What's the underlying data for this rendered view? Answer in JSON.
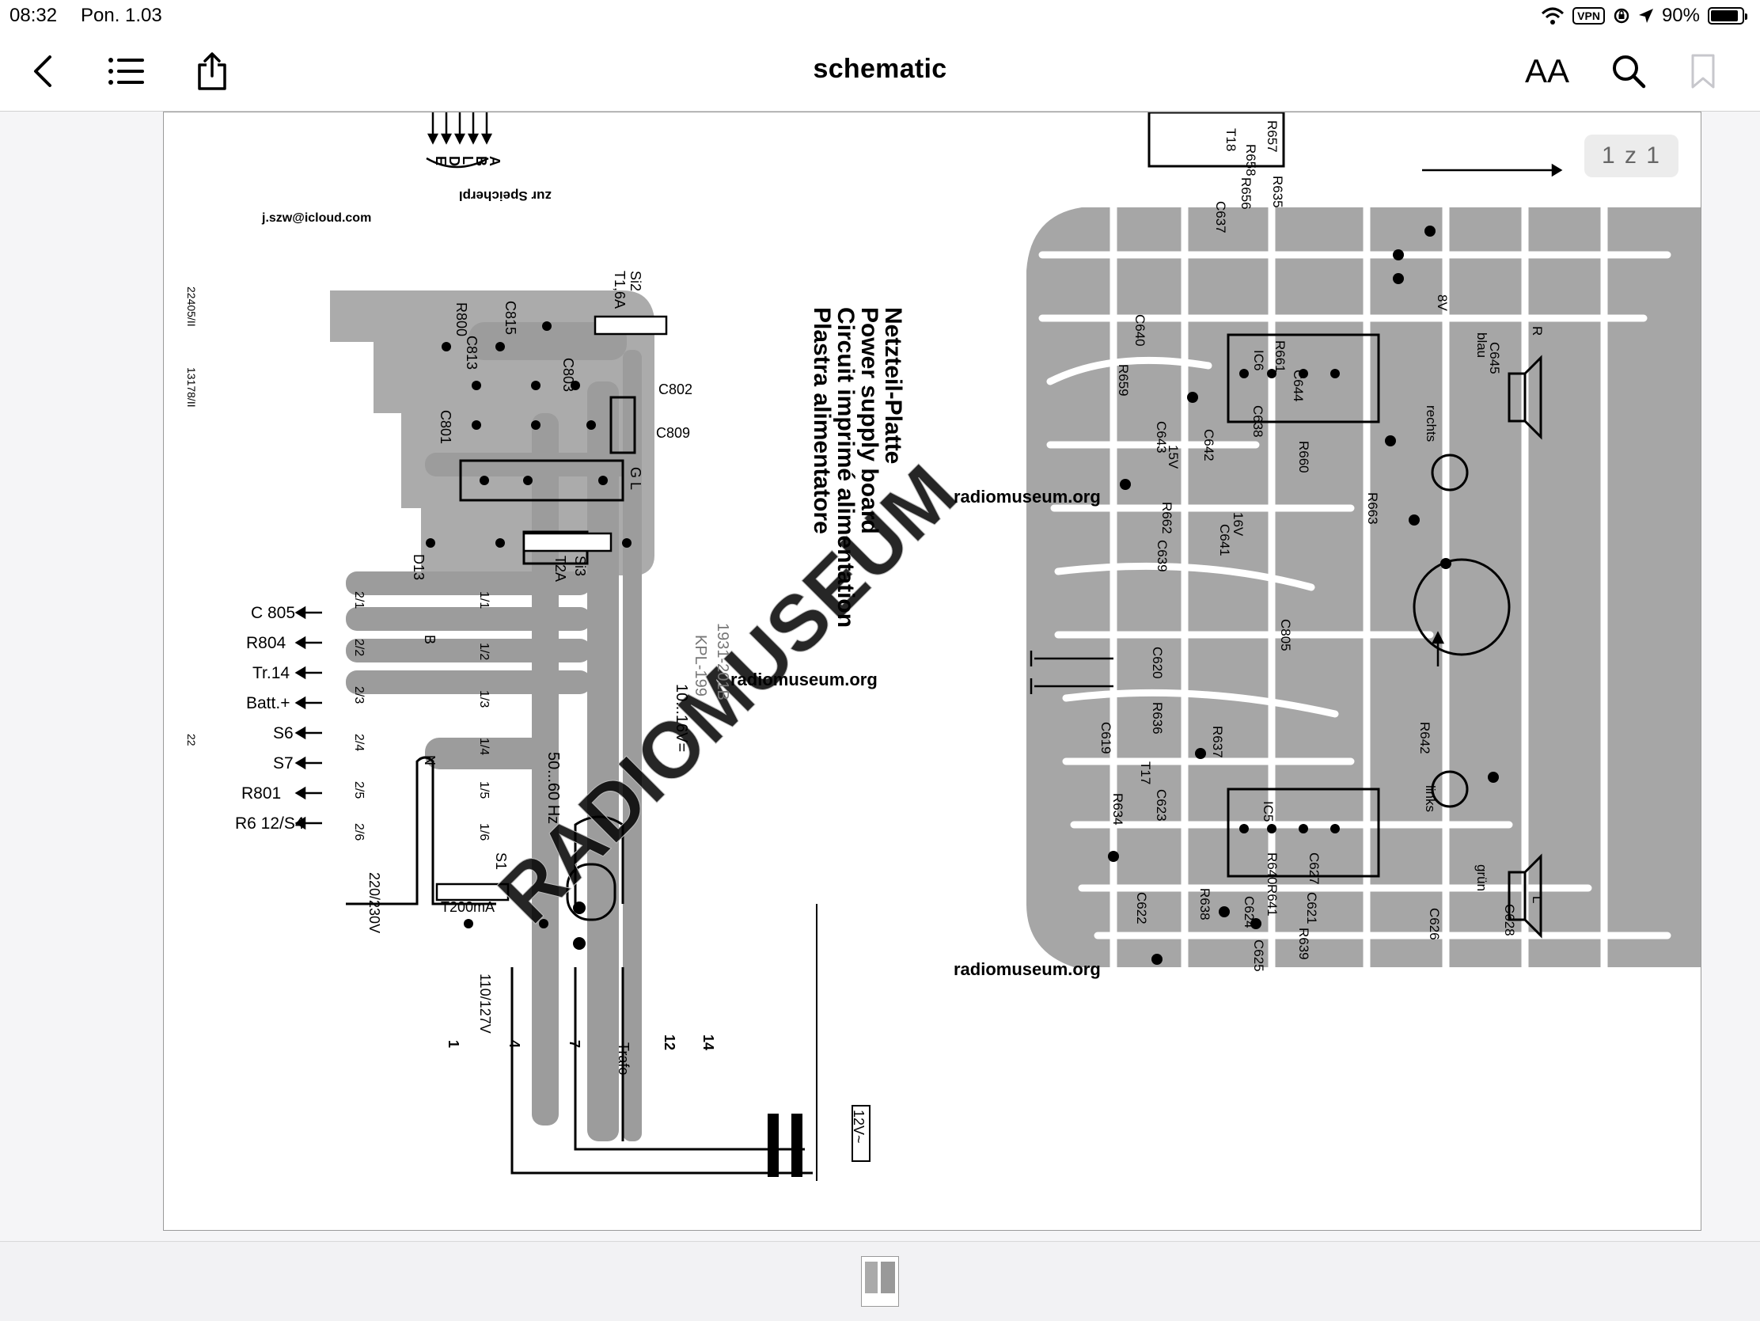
{
  "status_bar": {
    "time": "08:32",
    "date": "Pon. 1.03",
    "vpn": "VPN",
    "battery_percent": "90%",
    "battery_level": 0.9,
    "icons": [
      "wifi-icon",
      "vpn-badge",
      "lock-rotation-icon",
      "location-arrow-icon",
      "battery-icon"
    ]
  },
  "nav_bar": {
    "title": "schematic",
    "back_icon": "chevron-left-icon",
    "outline_icon": "list-icon",
    "share_icon": "share-icon",
    "text_size_label": "AA",
    "search_icon": "search-icon",
    "bookmark_icon": "bookmark-icon"
  },
  "document": {
    "page_indicator": "1 z 1",
    "email": "j.szw@icloud.com",
    "zur_label": "zur Speicherpl",
    "pin_letters": [
      "A",
      "B",
      "L",
      "D",
      "E"
    ],
    "side_codes": [
      "22405/II",
      "13178/II",
      "22"
    ],
    "title_lines": [
      "Netzteil-Platte",
      "Power supply board",
      "Circuit imprimé alimentation",
      "Plastra alimentatore"
    ],
    "watermark": "RADIOMUSEUM",
    "radiomuseum": [
      "radiomuseum.org",
      "radiomuseum.org",
      "radiomuseum.org"
    ],
    "board_codes": [
      "1931-201B",
      "KPL-199",
      "10...16V=",
      "50...60 Hz"
    ],
    "left_components": [
      "R800",
      "C815",
      "Si2",
      "T1,6A",
      "C813",
      "C803",
      "C802",
      "C801",
      "C809",
      "G L",
      "D13",
      "Si3",
      "T2A",
      "B",
      "N",
      "S1",
      "T200mA",
      "220/230V",
      "110/127V",
      "Trafo",
      "12V~"
    ],
    "switch_pins_left": [
      "2/1",
      "2/2",
      "2/3",
      "2/4",
      "2/5",
      "2/6"
    ],
    "switch_pins_right": [
      "1/1",
      "1/2",
      "1/3",
      "1/4",
      "1/5",
      "1/6"
    ],
    "connector_labels": [
      "C 805",
      "R804",
      "Tr.14",
      "Batt.+",
      "S6",
      "S7",
      "R801",
      "R6 12/S4"
    ],
    "trafo_pins": [
      "1",
      "4",
      "7",
      "12",
      "14"
    ],
    "right_components": [
      "R657",
      "R658",
      "R656",
      "R635",
      "T18",
      "C637",
      "IC6",
      "C640",
      "R661",
      "C644",
      "R659",
      "C643",
      "C642",
      "C638",
      "R660",
      "15V",
      "R662",
      "C639",
      "C641",
      "16V",
      "C805",
      "R663",
      "C620",
      "R636",
      "R637",
      "C619",
      "T17",
      "R634",
      "C623",
      "IC5",
      "R640",
      "C627",
      "C622",
      "R638",
      "C624",
      "R641",
      "C625",
      "R639",
      "C621",
      "C626",
      "C628",
      "R642",
      "C645",
      "8V",
      "R",
      "L",
      "blau",
      "rechts",
      "links",
      "grün"
    ]
  }
}
